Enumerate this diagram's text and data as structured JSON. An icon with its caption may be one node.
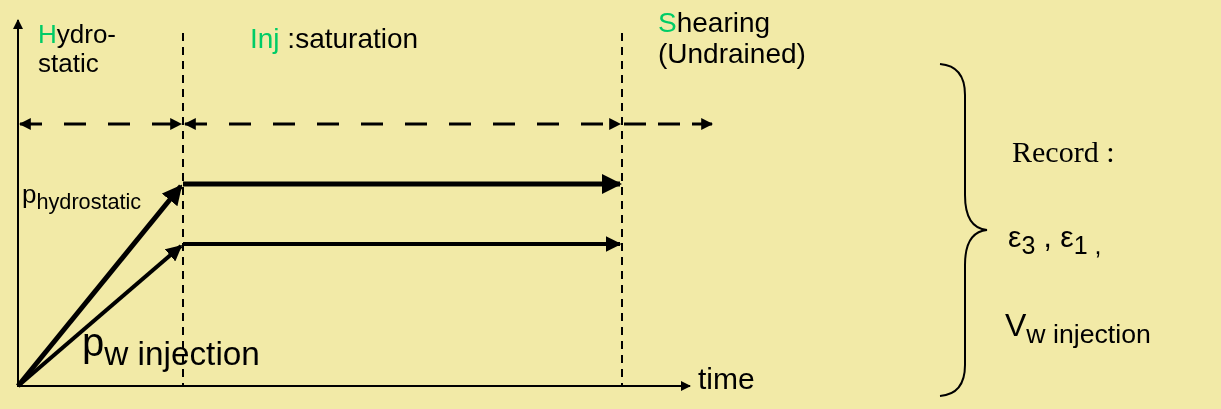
{
  "diagram": {
    "labels": [
      "Hydro- static",
      "Inj :saturation",
      "Shearing (Undrained)",
      "p$_{hydrostatic}$",
      "p$_{w injection}$",
      "time",
      "Record :",
      "ε$_{3}$ , ε$_{1 ,}$",
      "V$_{w injection}$"
    ]
  }
}
